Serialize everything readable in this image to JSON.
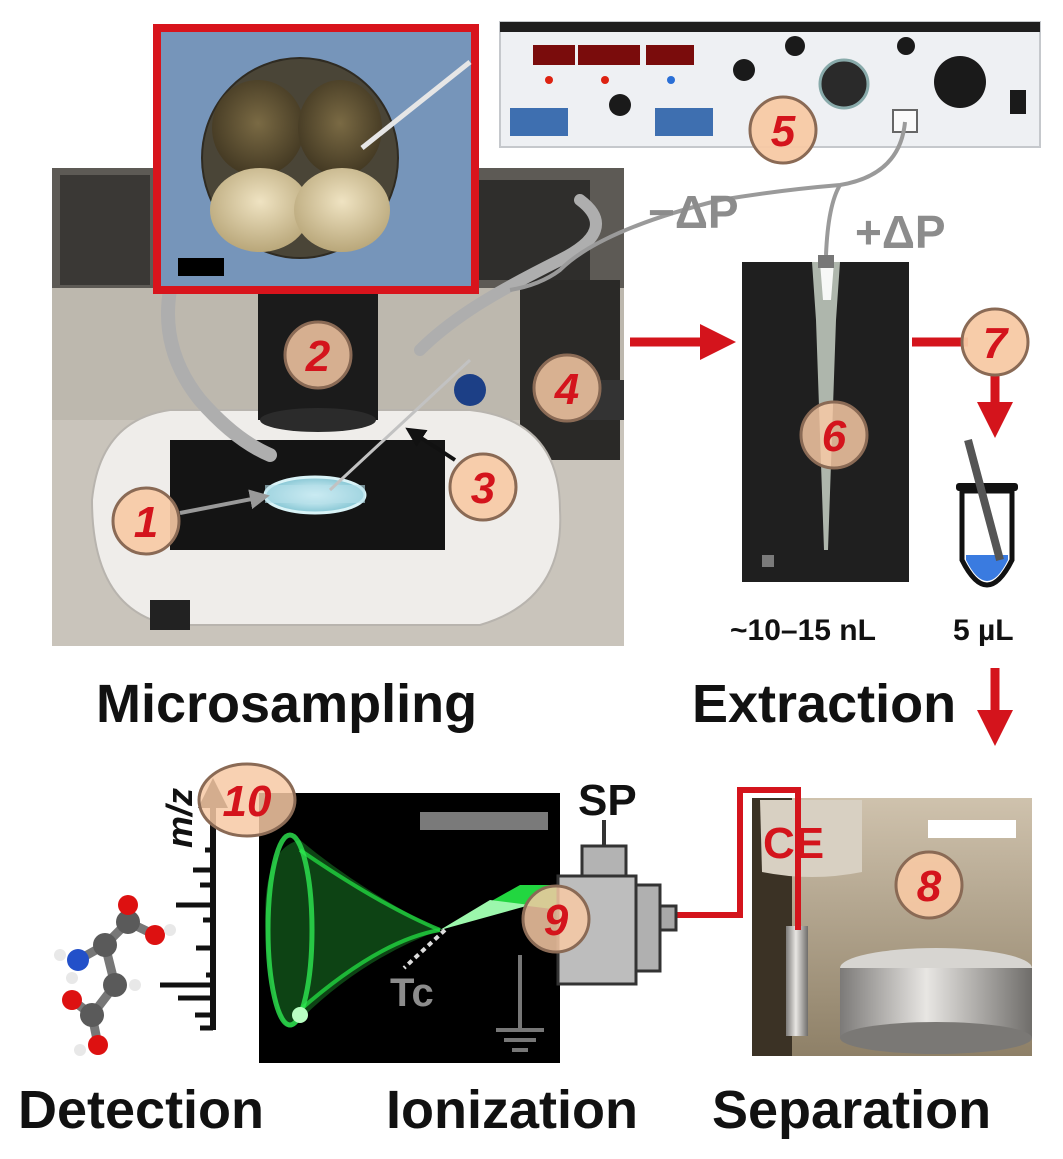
{
  "labels": {
    "microsampling": "Microsampling",
    "extraction": "Extraction",
    "detection": "Detection",
    "ionization": "Ionization",
    "separation": "Separation",
    "minus_dp": "−ΔP",
    "plus_dp": "+ΔP",
    "volume_capillary": "~10–15 nL",
    "volume_vial": "5 µL",
    "sp": "SP",
    "ce": "CE",
    "tc": "Tc",
    "mz": "m/z"
  },
  "steps": [
    "1",
    "2",
    "3",
    "4",
    "5",
    "6",
    "7",
    "8",
    "9",
    "10"
  ],
  "colors": {
    "accent_red": "#d4141c",
    "badge_fill": "#f7c9a4",
    "badge_stroke": "#8a6a55",
    "spray_green": "#22d640",
    "line_gray": "#8c8c8c"
  }
}
